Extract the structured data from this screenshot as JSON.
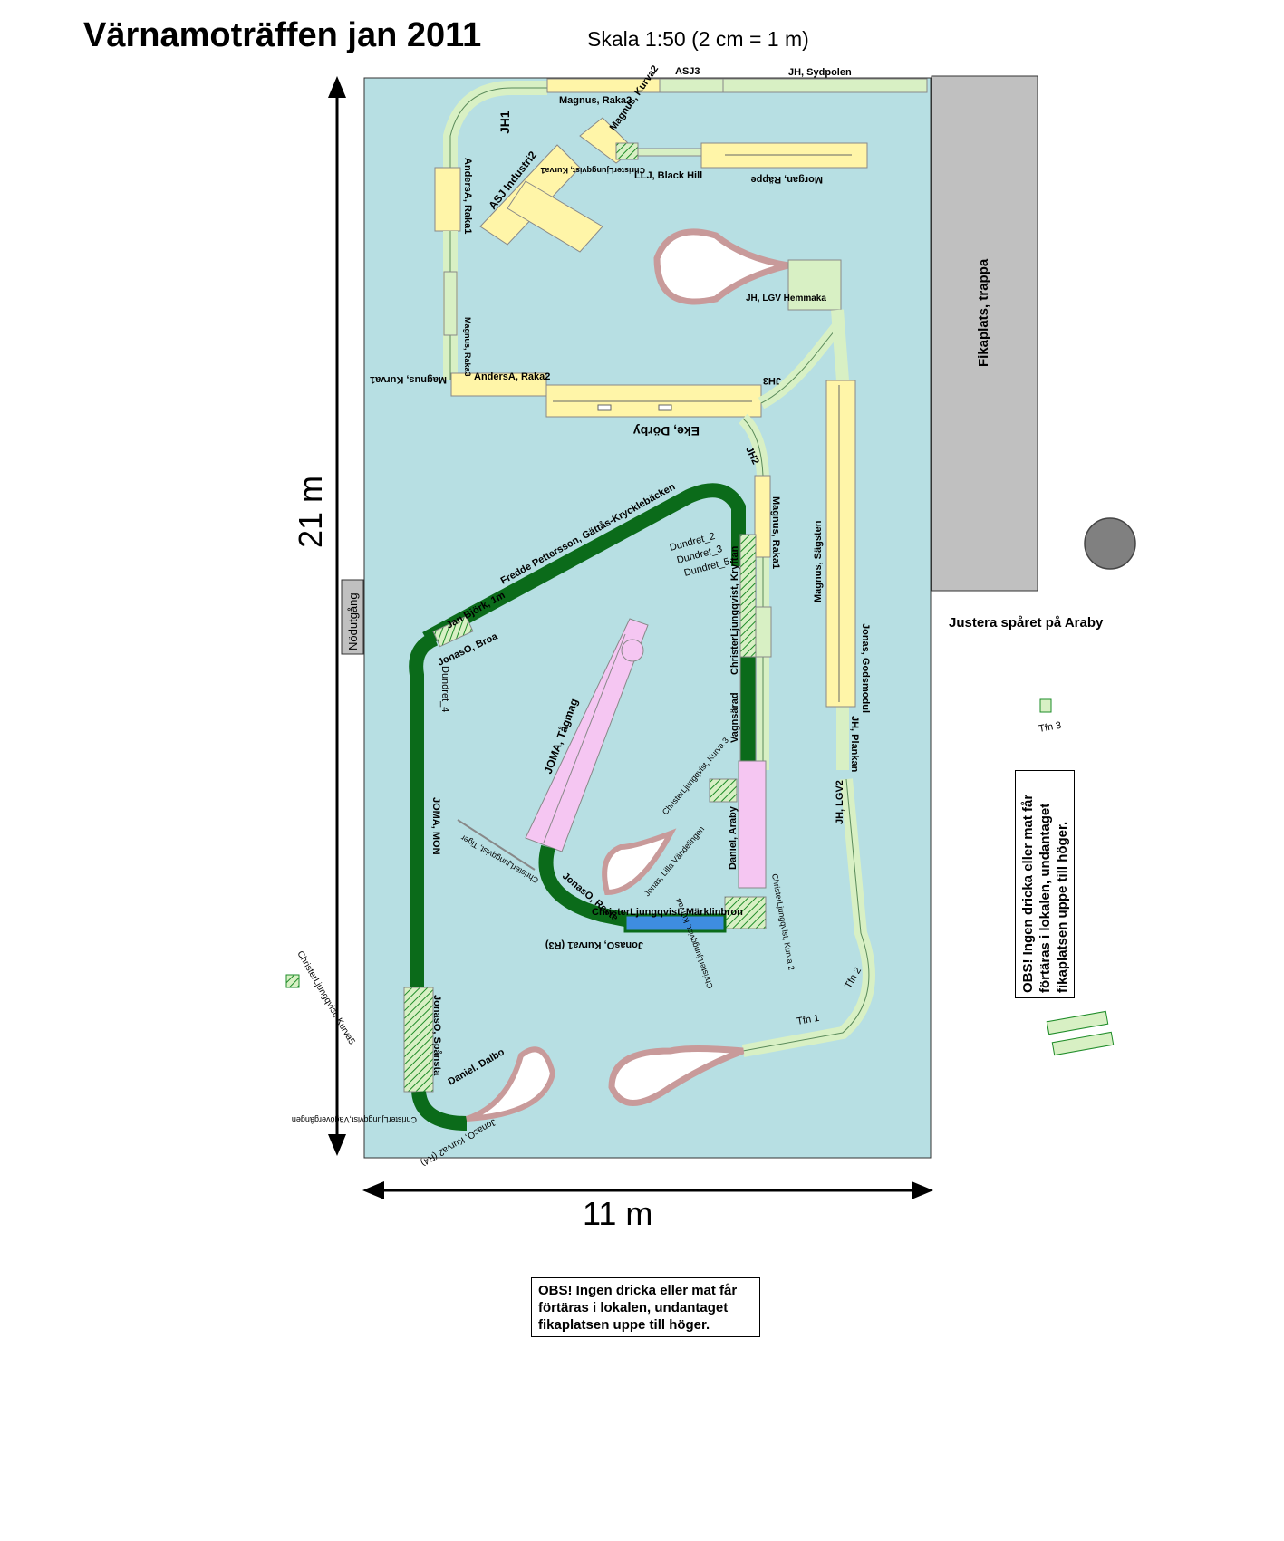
{
  "title": "Värnamoträffen jan 2011",
  "scale": "Skala 1:50 (2 cm = 1 m)",
  "dimensions": {
    "height": "21 m",
    "width": "11 m"
  },
  "room": {
    "emergency_exit": "Nödutgång",
    "coffee_area": "Fikaplats, trappa",
    "adjust_note": "Justera spåret på Araby"
  },
  "notice": {
    "line1": "OBS! Ingen dricka eller mat får",
    "line2": "förtäras i lokalen, undantaget",
    "line3": "fikaplatsen uppe till höger."
  },
  "modules": {
    "asj3": "ASJ3",
    "jh_sydpolen": "JH, Sydpolen",
    "magnus_raka2": "Magnus, Raka2",
    "magnus_kurva2": "Magnus, Kurva2",
    "jh1": "JH1",
    "andersa_raka1": "AndersA, Raka1",
    "asj_industri2": "ASJ Industri2",
    "christer_kurva1_top": "ChristerLjungqvist, Kurva1",
    "llj_black_hill": "LLJ, Black Hill",
    "morgan_rappe": "Morgan, Räppe",
    "jh_lgv_hemmaka": "JH, LGV Hemmaka",
    "magnus_raka3": "Magnus, Raka3",
    "magnus_kurva1": "Magnus, Kurva1",
    "andersa_raka2": "AndersA, Raka2",
    "jh3": "JH3",
    "eke_dorby": "Eke, Dörby",
    "jh2": "JH2",
    "magnus_raka1": "Magnus, Raka1",
    "magnus_sagsten": "Magnus, Sägsten",
    "jonas_godsmodul": "Jonas, Godsmodul",
    "jh_plankan": "JH, Plankan",
    "gattas": "Fredde Pettersson, Gättås-Krycklebäcken",
    "jan_bjork": "Jan Björk, 1m",
    "dundret_2": "Dundret_2",
    "dundret_3": "Dundret_3",
    "dundret_5": "Dundret_5",
    "christer_kryftan": "ChristerLjungqvist, Kryftan",
    "jonaso_broa": "JonasO, Broa",
    "dundret_4": "Dundret_4",
    "joma_tagmag": "JOMA, Tågmag",
    "vagnsarad": "Vagnsärad",
    "jh_lgv2": "JH, LGV2",
    "joma_mon": "JOMA, MON",
    "christer_kurva3": "ChristerLjungqvist, Kurva 3",
    "daniel_araby": "Daniel, Araby",
    "christer_kurva2": "ChristerLjungqvist, Kurva 2",
    "christer_kurva4": "ChristerLjungqvist, Kurva4",
    "christer_marklinbron": "ChristerLjungqvist, Märklinbron",
    "jonaso_kurva1": "JonasO, Kurva1 (R3)",
    "jonaso_reste": "JonasO, Reste",
    "lilla_vandelingen": "Jonas, Lilla Vändelingen",
    "christer_tiger": "ChristerLjungqvist, Tiger",
    "jonaso_spansta": "JonasO, Spånsta",
    "daniel_dalbo": "Daniel, Dalbo",
    "jonaso_kurva2": "JonasO, Kurva2 (R4)",
    "christer_kurva5": "ChristerLjungqvist, Kurva5",
    "christer_vagovergangen": "ChristerLjungqvist,Vägövergången",
    "tfn1": "Tfn 1",
    "tfn2": "Tfn 2",
    "tfn3": "Tfn 3"
  },
  "colors": {
    "room_floor": "#b7dfe3",
    "coffee_area": "#c0c0c0",
    "module_yellow": "#fff5a8",
    "module_lightgreen": "#d8f0c4",
    "module_darkgreen": "#0b6b1a",
    "module_pink": "#f5c6f2",
    "bridge_blue": "#3e8de0",
    "pillar": "#808080"
  }
}
